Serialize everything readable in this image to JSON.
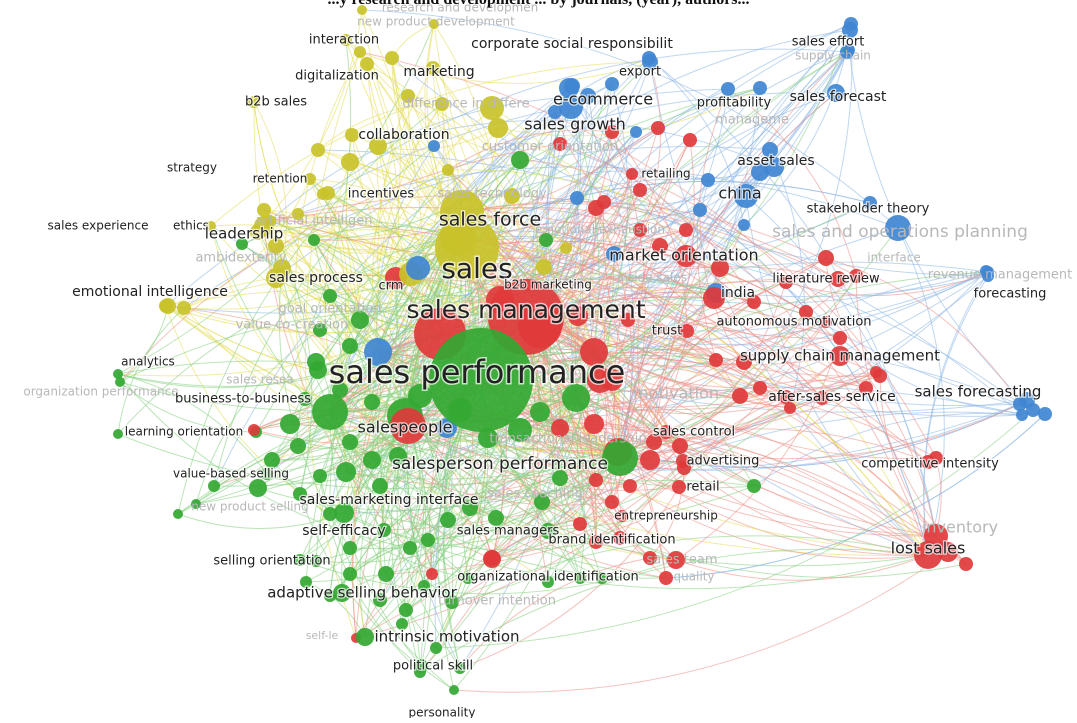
{
  "caption": "...y research and development ... by journals, (year), authors...",
  "colors": {
    "yellow": "#c9c22a",
    "blue": "#3f86d2",
    "red": "#e0393b",
    "green": "#33a832",
    "edge_yellow": "#e3dc5a",
    "edge_blue": "#8cb6e6",
    "edge_red": "#ee8f86",
    "edge_green": "#85cf7f",
    "faded_text": "#b8b8b8",
    "text": "#222222"
  },
  "clusters": {
    "yellow": [
      "research and development",
      "new product development",
      "interaction",
      "corporate social responsibilit",
      "digitalization",
      "marketing",
      "b2b sales",
      "collaboration",
      "strategy",
      "retention",
      "incentives",
      "sales technology",
      "artificial intelligence",
      "sales experience",
      "ethics",
      "leadership",
      "ambidexterity",
      "sales force",
      "sales",
      "sales process",
      "emotional intelligence",
      "goal orientation",
      "value co-creation",
      "crm",
      "b2b marketing",
      "inside sales"
    ],
    "blue": [
      "sales effort",
      "supply chain",
      "export",
      "e-commerce",
      "profitability",
      "sales forecast",
      "sales growth",
      "asset sales",
      "china",
      "stakeholder theory",
      "sales and operations planning",
      "revenue management",
      "forecasting",
      "india",
      "sales forecasting",
      "interface"
    ],
    "red": [
      "difference in difference",
      "customer orientation",
      "management",
      "retailing",
      "emotional exhaustion",
      "market orientation",
      "literature review",
      "sales management",
      "trust",
      "autonomous motivation",
      "supply chain management",
      "motivation",
      "after-sales service",
      "sales control",
      "advertising",
      "competitive intensity",
      "retail",
      "entrepreneurship",
      "brand identification",
      "sales team",
      "organizational identification",
      "quality",
      "inventory",
      "lost sales",
      "transactional leadership"
    ],
    "green": [
      "analytics",
      "organization performance",
      "sales research",
      "business-to-business",
      "learning orientation",
      "salespeople",
      "sales performance",
      "salesperson performance",
      "value-based selling",
      "sales-marketing interface",
      "new product selling",
      "sales coaching",
      "self-efficacy",
      "sales managers",
      "selling orientation",
      "adaptive selling behavior",
      "turnover intention",
      "self-leadership",
      "intrinsic motivation",
      "political skill",
      "personality"
    ]
  },
  "labels": [
    {
      "text": "research and developmen",
      "cluster": "yellow",
      "faded": true
    },
    {
      "text": "new product development",
      "cluster": "yellow",
      "faded": true
    },
    {
      "text": "interaction",
      "cluster": "yellow"
    },
    {
      "text": "corporate social responsibilit",
      "cluster": "yellow"
    },
    {
      "text": "sales effort",
      "cluster": "blue"
    },
    {
      "text": "supply chain",
      "cluster": "blue",
      "faded": true
    },
    {
      "text": "digitalization",
      "cluster": "yellow"
    },
    {
      "text": "marketing",
      "cluster": "yellow"
    },
    {
      "text": "export",
      "cluster": "blue"
    },
    {
      "text": "b2b sales",
      "cluster": "yellow"
    },
    {
      "text": "difference in differe",
      "cluster": "red",
      "faded": true
    },
    {
      "text": "e-commerce",
      "cluster": "blue"
    },
    {
      "text": "profitability",
      "cluster": "blue"
    },
    {
      "text": "sales forecast",
      "cluster": "blue"
    },
    {
      "text": "sales growth",
      "cluster": "blue"
    },
    {
      "text": "collaboration",
      "cluster": "yellow"
    },
    {
      "text": "customer orientation",
      "cluster": "red",
      "faded": true
    },
    {
      "text": "manageme",
      "cluster": "red",
      "faded": true
    },
    {
      "text": "asset sales",
      "cluster": "blue"
    },
    {
      "text": "strategy",
      "cluster": "yellow"
    },
    {
      "text": "retention",
      "cluster": "yellow"
    },
    {
      "text": "retailing",
      "cluster": "red"
    },
    {
      "text": "china",
      "cluster": "blue"
    },
    {
      "text": "incentives",
      "cluster": "yellow"
    },
    {
      "text": "sales technology",
      "cluster": "yellow",
      "faded": true
    },
    {
      "text": "stakeholder theory",
      "cluster": "blue"
    },
    {
      "text": "sales experience",
      "cluster": "yellow"
    },
    {
      "text": "ethics",
      "cluster": "yellow"
    },
    {
      "text": "artificial intelligen",
      "cluster": "yellow",
      "faded": true
    },
    {
      "text": "sales force",
      "cluster": "yellow"
    },
    {
      "text": "emotional exhaustion",
      "cluster": "red",
      "faded": true
    },
    {
      "text": "sales and operations planning",
      "cluster": "blue",
      "faded": true
    },
    {
      "text": "leadership",
      "cluster": "yellow"
    },
    {
      "text": "ambidexterity",
      "cluster": "yellow",
      "faded": true
    },
    {
      "text": "market orientation",
      "cluster": "red"
    },
    {
      "text": "interface",
      "cluster": "blue",
      "faded": true
    },
    {
      "text": "sales",
      "cluster": "yellow"
    },
    {
      "text": "b2b marketing",
      "cluster": "yellow"
    },
    {
      "text": "inside sales",
      "cluster": "yellow",
      "faded": true
    },
    {
      "text": "literature review",
      "cluster": "red"
    },
    {
      "text": "revenue management",
      "cluster": "blue",
      "faded": true
    },
    {
      "text": "crm",
      "cluster": "yellow"
    },
    {
      "text": "sales process",
      "cluster": "yellow"
    },
    {
      "text": "india",
      "cluster": "blue"
    },
    {
      "text": "emotional intelligence",
      "cluster": "yellow"
    },
    {
      "text": "forecasting",
      "cluster": "blue"
    },
    {
      "text": "goal orientation",
      "cluster": "yellow",
      "faded": true
    },
    {
      "text": "sales management",
      "cluster": "red"
    },
    {
      "text": "value co-creation",
      "cluster": "yellow",
      "faded": true
    },
    {
      "text": "trust",
      "cluster": "red"
    },
    {
      "text": "autonomous motivation",
      "cluster": "red"
    },
    {
      "text": "analytics",
      "cluster": "green"
    },
    {
      "text": "supply chain management",
      "cluster": "red"
    },
    {
      "text": "sales performance",
      "cluster": "green"
    },
    {
      "text": "sales resea",
      "cluster": "green",
      "faded": true
    },
    {
      "text": "organization performance",
      "cluster": "green",
      "faded": true
    },
    {
      "text": "motivation",
      "cluster": "red",
      "faded": true
    },
    {
      "text": "after-sales service",
      "cluster": "red"
    },
    {
      "text": "sales forecasting",
      "cluster": "blue"
    },
    {
      "text": "business-to-business",
      "cluster": "green"
    },
    {
      "text": "learning orientation",
      "cluster": "green"
    },
    {
      "text": "salespeople",
      "cluster": "green"
    },
    {
      "text": "sales control",
      "cluster": "red"
    },
    {
      "text": "transactional leadership",
      "cluster": "red",
      "faded": true
    },
    {
      "text": "salesperson performance",
      "cluster": "green"
    },
    {
      "text": "advertising",
      "cluster": "red"
    },
    {
      "text": "competitive intensity",
      "cluster": "red"
    },
    {
      "text": "value-based selling",
      "cluster": "green"
    },
    {
      "text": "retail",
      "cluster": "red"
    },
    {
      "text": "sales-marketing interface",
      "cluster": "green"
    },
    {
      "text": "sales coaching",
      "cluster": "green",
      "faded": true
    },
    {
      "text": "new product selling",
      "cluster": "green",
      "faded": true
    },
    {
      "text": "entrepreneurship",
      "cluster": "red"
    },
    {
      "text": "inventory",
      "cluster": "red",
      "faded": true
    },
    {
      "text": "self-efficacy",
      "cluster": "green"
    },
    {
      "text": "sales managers",
      "cluster": "green"
    },
    {
      "text": "brand identification",
      "cluster": "red"
    },
    {
      "text": "lost sales",
      "cluster": "red"
    },
    {
      "text": "sales team",
      "cluster": "red",
      "faded": true
    },
    {
      "text": "selling orientation",
      "cluster": "green"
    },
    {
      "text": "organizational identification",
      "cluster": "red"
    },
    {
      "text": "quality",
      "cluster": "red",
      "faded": true
    },
    {
      "text": "adaptive selling behavior",
      "cluster": "green"
    },
    {
      "text": "turnover intention",
      "cluster": "green",
      "faded": true
    },
    {
      "text": "self-le",
      "cluster": "green",
      "faded": true
    },
    {
      "text": "intrinsic motivation",
      "cluster": "green"
    },
    {
      "text": "political skill",
      "cluster": "green"
    },
    {
      "text": "personality",
      "cluster": "green"
    }
  ]
}
